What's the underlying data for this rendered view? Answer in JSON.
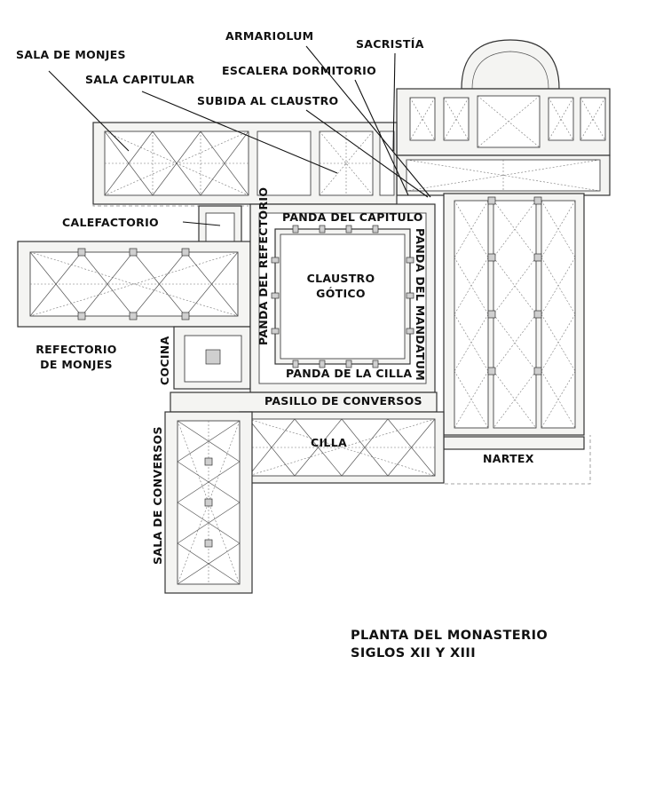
{
  "labels": {
    "sala_monjes": "SALA DE MONJES",
    "sala_capitular": "SALA CAPITULAR",
    "armariolum": "ARMARIOLUM",
    "sacristia": "SACRISTÍA",
    "escalera_dormitorio": "ESCALERA DORMITORIO",
    "subida_claustro": "SUBIDA AL CLAUSTRO",
    "calefactorio": "CALEFACTORIO",
    "panda_capitulo": "PANDA DEL CAPITULO",
    "claustro_line1": "CLAUSTRO",
    "claustro_line2": "GÓTICO",
    "panda_refectorio": "PANDA DEL REFECTORIO",
    "panda_mandatum": "PANDA DEL MANDATUM",
    "refectorio_line1": "REFECTORIO",
    "refectorio_line2": "DE MONJES",
    "cocina": "COCINA",
    "panda_cilla": "PANDA DE LA CILLA",
    "pasillo_conversos": "PASILLO DE CONVERSOS",
    "cilla": "CILLA",
    "nartex": "NARTEX",
    "sala_conversos": "SALA DE CONVERSOS"
  },
  "title": {
    "line1": "PLANTA DEL MONASTERIO",
    "line2": "SIGLOS XII Y XIII"
  },
  "colors": {
    "ink": "#111111",
    "wall": "#f4f4f2",
    "background": "#ffffff"
  }
}
